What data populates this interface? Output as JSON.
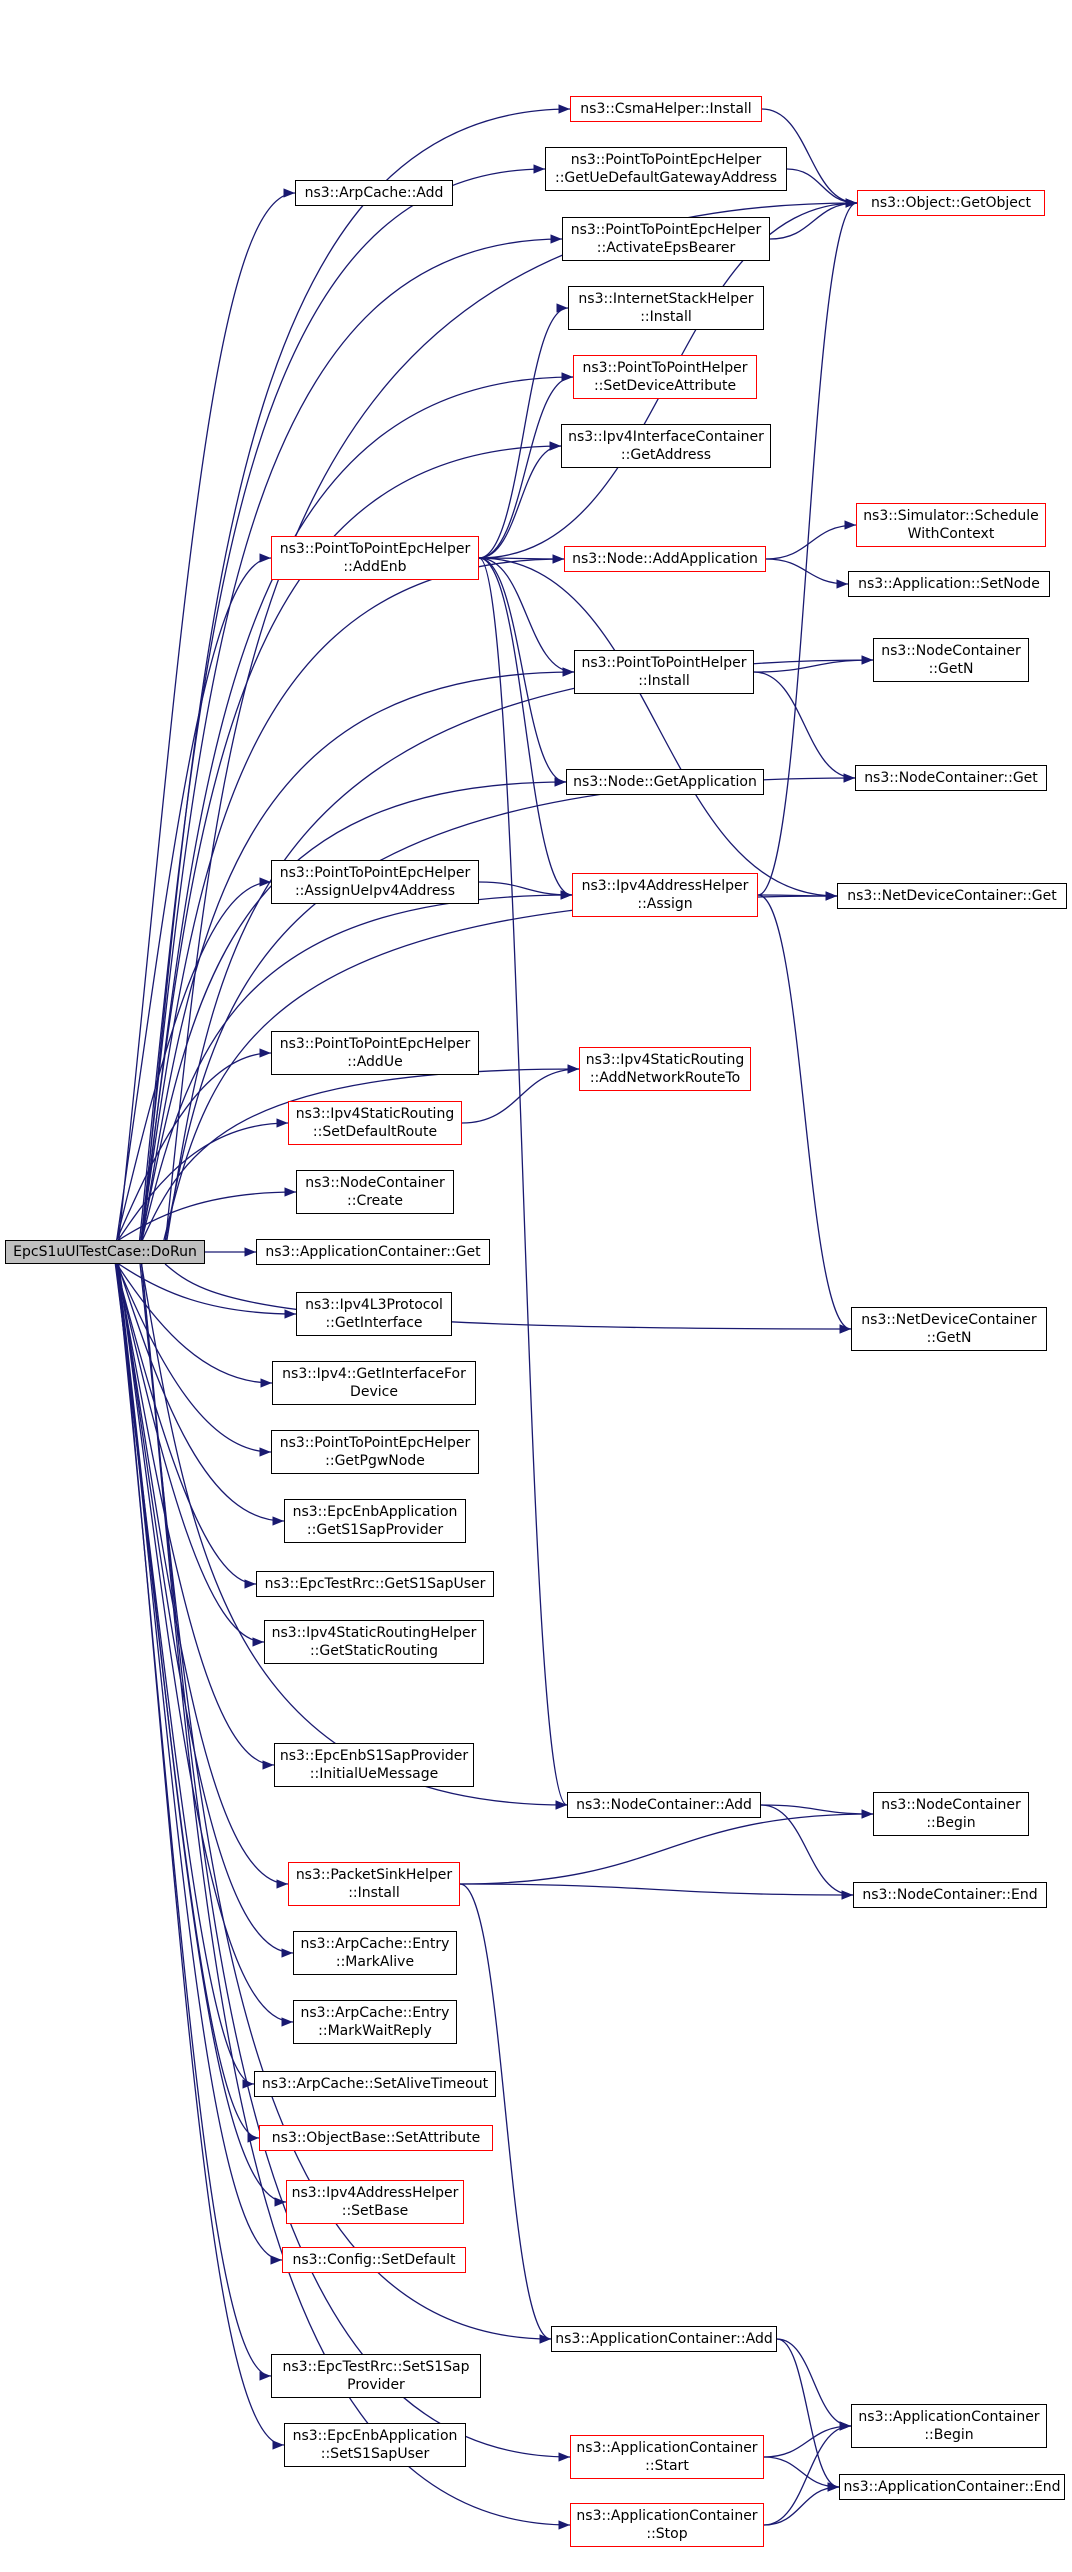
{
  "colors": {
    "edge": "#191970",
    "node_border": "#000000",
    "node_border_external": "#ff0000",
    "root_fill": "#bfbfbf"
  },
  "nodes": {
    "root": "EpcS1uUlTestCase::DoRun",
    "csma_install": "ns3::CsmaHelper::Install",
    "arpcache_add": "ns3::ArpCache::Add",
    "get_ue_gw": "ns3::PointToPointEpcHelper\n::GetUeDefaultGatewayAddress",
    "object_getobject": "ns3::Object::GetObject",
    "activate_eps": "ns3::PointToPointEpcHelper\n::ActivateEpsBearer",
    "internetstack_install": "ns3::InternetStackHelper\n::Install",
    "p2p_setdeviceattr": "ns3::PointToPointHelper\n::SetDeviceAttribute",
    "ipv4ic_getaddress": "ns3::Ipv4InterfaceContainer\n::GetAddress",
    "addenb": "ns3::PointToPointEpcHelper\n::AddEnb",
    "node_addapp": "ns3::Node::AddApplication",
    "sim_schedule": "ns3::Simulator::Schedule\nWithContext",
    "app_setnode": "ns3::Application::SetNode",
    "p2p_install": "ns3::PointToPointHelper\n::Install",
    "nc_getn": "ns3::NodeContainer\n::GetN",
    "node_getapp": "ns3::Node::GetApplication",
    "nc_get": "ns3::NodeContainer::Get",
    "assign_ue_ipv4": "ns3::PointToPointEpcHelper\n::AssignUeIpv4Address",
    "ipv4addr_assign": "ns3::Ipv4AddressHelper\n::Assign",
    "ndc_get": "ns3::NetDeviceContainer::Get",
    "addue": "ns3::PointToPointEpcHelper\n::AddUe",
    "addnetworkroute": "ns3::Ipv4StaticRouting\n::AddNetworkRouteTo",
    "setdefaultroute": "ns3::Ipv4StaticRouting\n::SetDefaultRoute",
    "nc_create": "ns3::NodeContainer\n::Create",
    "appc_get": "ns3::ApplicationContainer::Get",
    "ipv4l3_getif": "ns3::Ipv4L3Protocol\n::GetInterface",
    "ipv4_getiffordev": "ns3::Ipv4::GetInterfaceFor\nDevice",
    "getpgwnode": "ns3::PointToPointEpcHelper\n::GetPgwNode",
    "ndc_getn": "ns3::NetDeviceContainer\n::GetN",
    "enbapp_gets1sap": "ns3::EpcEnbApplication\n::GetS1SapProvider",
    "testrrc_gets1sapuser": "ns3::EpcTestRrc::GetS1SapUser",
    "getstaticrouting": "ns3::Ipv4StaticRoutingHelper\n::GetStaticRouting",
    "initialuemessage": "ns3::EpcEnbS1SapProvider\n::InitialUeMessage",
    "nc_add": "ns3::NodeContainer::Add",
    "nc_begin": "ns3::NodeContainer\n::Begin",
    "packetsink_install": "ns3::PacketSinkHelper\n::Install",
    "nc_end": "ns3::NodeContainer::End",
    "arp_markalive": "ns3::ArpCache::Entry\n::MarkAlive",
    "arp_markwaitreply": "ns3::ArpCache::Entry\n::MarkWaitReply",
    "arp_setalivetimeout": "ns3::ArpCache::SetAliveTimeout",
    "objectbase_setattr": "ns3::ObjectBase::SetAttribute",
    "ipv4addr_setbase": "ns3::Ipv4AddressHelper\n::SetBase",
    "config_setdefault": "ns3::Config::SetDefault",
    "appc_add": "ns3::ApplicationContainer::Add",
    "testrrc_sets1sap": "ns3::EpcTestRrc::SetS1Sap\nProvider",
    "enbapp_sets1sapuser": "ns3::EpcEnbApplication\n::SetS1SapUser",
    "appc_begin": "ns3::ApplicationContainer\n::Begin",
    "appc_start": "ns3::ApplicationContainer\n::Start",
    "appc_end": "ns3::ApplicationContainer::End",
    "appc_stop": "ns3::ApplicationContainer\n::Stop"
  },
  "edges": [
    [
      "root",
      "csma_install"
    ],
    [
      "root",
      "arpcache_add"
    ],
    [
      "root",
      "get_ue_gw"
    ],
    [
      "root",
      "object_getobject"
    ],
    [
      "root",
      "activate_eps"
    ],
    [
      "root",
      "p2p_setdeviceattr"
    ],
    [
      "root",
      "ipv4ic_getaddress"
    ],
    [
      "root",
      "addenb"
    ],
    [
      "root",
      "node_addapp"
    ],
    [
      "root",
      "nc_getn"
    ],
    [
      "root",
      "p2p_install"
    ],
    [
      "root",
      "node_getapp"
    ],
    [
      "root",
      "nc_get"
    ],
    [
      "root",
      "assign_ue_ipv4"
    ],
    [
      "root",
      "ipv4addr_assign"
    ],
    [
      "root",
      "ndc_get"
    ],
    [
      "root",
      "addue"
    ],
    [
      "root",
      "addnetworkroute"
    ],
    [
      "root",
      "setdefaultroute"
    ],
    [
      "root",
      "nc_create"
    ],
    [
      "root",
      "appc_get"
    ],
    [
      "root",
      "ipv4l3_getif"
    ],
    [
      "root",
      "ipv4_getiffordev"
    ],
    [
      "root",
      "getpgwnode"
    ],
    [
      "root",
      "enbapp_gets1sap"
    ],
    [
      "root",
      "testrrc_gets1sapuser"
    ],
    [
      "root",
      "getstaticrouting"
    ],
    [
      "root",
      "ndc_getn"
    ],
    [
      "root",
      "initialuemessage"
    ],
    [
      "root",
      "nc_add"
    ],
    [
      "root",
      "packetsink_install"
    ],
    [
      "root",
      "arp_markalive"
    ],
    [
      "root",
      "arp_markwaitreply"
    ],
    [
      "root",
      "arp_setalivetimeout"
    ],
    [
      "root",
      "objectbase_setattr"
    ],
    [
      "root",
      "ipv4addr_setbase"
    ],
    [
      "root",
      "config_setdefault"
    ],
    [
      "root",
      "appc_add"
    ],
    [
      "root",
      "testrrc_sets1sap"
    ],
    [
      "root",
      "enbapp_sets1sapuser"
    ],
    [
      "root",
      "appc_start"
    ],
    [
      "root",
      "appc_stop"
    ],
    [
      "csma_install",
      "object_getobject"
    ],
    [
      "get_ue_gw",
      "object_getobject"
    ],
    [
      "activate_eps",
      "object_getobject"
    ],
    [
      "addenb",
      "internetstack_install"
    ],
    [
      "addenb",
      "p2p_setdeviceattr"
    ],
    [
      "addenb",
      "ipv4ic_getaddress"
    ],
    [
      "addenb",
      "node_addapp"
    ],
    [
      "addenb",
      "object_getobject"
    ],
    [
      "addenb",
      "p2p_install"
    ],
    [
      "addenb",
      "node_getapp"
    ],
    [
      "addenb",
      "ipv4addr_assign"
    ],
    [
      "addenb",
      "ndc_get"
    ],
    [
      "addenb",
      "nc_add"
    ],
    [
      "node_addapp",
      "sim_schedule"
    ],
    [
      "node_addapp",
      "app_setnode"
    ],
    [
      "p2p_install",
      "nc_getn"
    ],
    [
      "p2p_install",
      "nc_get"
    ],
    [
      "assign_ue_ipv4",
      "ipv4addr_assign"
    ],
    [
      "ipv4addr_assign",
      "object_getobject"
    ],
    [
      "ipv4addr_assign",
      "ndc_get"
    ],
    [
      "ipv4addr_assign",
      "ndc_getn"
    ],
    [
      "setdefaultroute",
      "addnetworkroute"
    ],
    [
      "nc_add",
      "nc_begin"
    ],
    [
      "nc_add",
      "nc_end"
    ],
    [
      "packetsink_install",
      "nc_begin"
    ],
    [
      "packetsink_install",
      "nc_end"
    ],
    [
      "packetsink_install",
      "appc_add"
    ],
    [
      "appc_add",
      "appc_begin"
    ],
    [
      "appc_add",
      "appc_end"
    ],
    [
      "appc_start",
      "appc_begin"
    ],
    [
      "appc_start",
      "appc_end"
    ],
    [
      "appc_stop",
      "appc_begin"
    ],
    [
      "appc_stop",
      "appc_end"
    ]
  ]
}
